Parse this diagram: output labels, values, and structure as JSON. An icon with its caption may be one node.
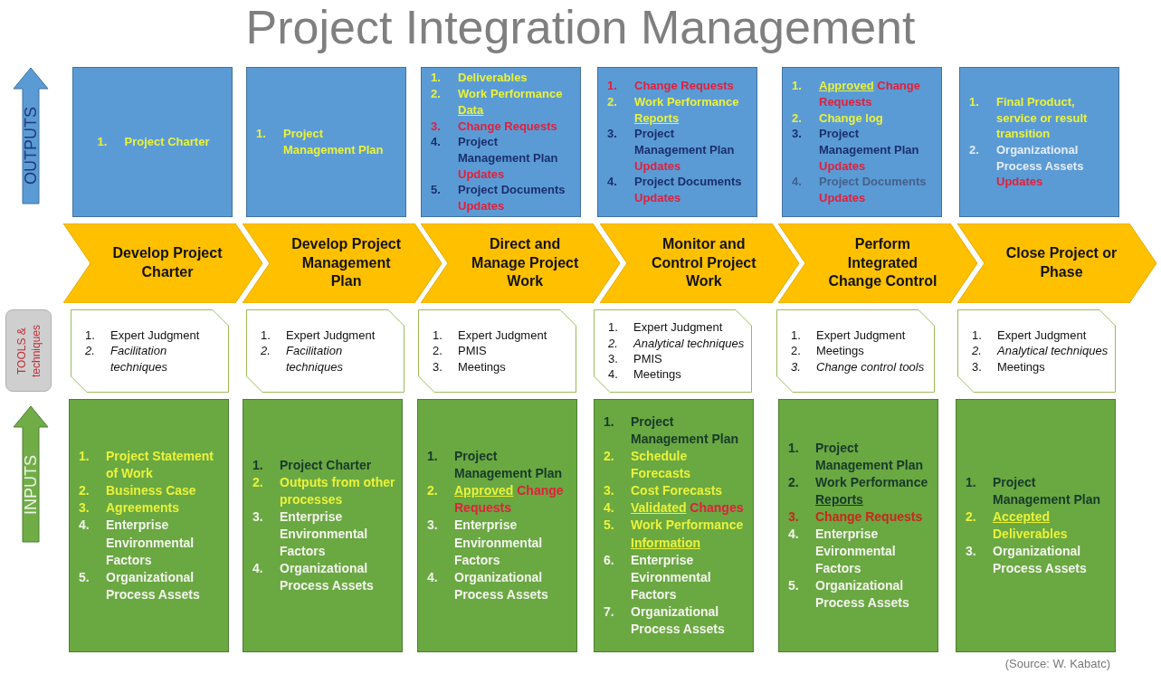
{
  "diagram": {
    "title": "Project Integration Management",
    "nodes": [
      {
        "text": [
          "1. Project Charter"
        ]
      },
      {
        "text": [
          "1. Project Management Plan"
        ]
      },
      {
        "text": [
          "1. Deliverables",
          "2. Work Performance Data",
          "3. Change Requests",
          "4. Project Management Plan Updates",
          "5. Project Documents Updates"
        ]
      },
      {
        "text": [
          "1. Change Requests",
          "2. Work Performance Reports",
          "3. Project Management Plan Updates",
          "4. Project Documents Updates"
        ]
      },
      {
        "text": [
          "1. Approved Change Requests",
          "2. Change log",
          "3. Project Management Plan Updates",
          "4. Project Documents Updates"
        ]
      },
      {
        "text": [
          "1. Final Product, service or result transition",
          "2. Organizational Process Assets Updates"
        ]
      },
      {
        "text": [
          "Develop Project Charter"
        ]
      },
      {
        "text": [
          "Develop Project Management Plan"
        ]
      },
      {
        "text": [
          "Direct and Manage Project Work"
        ]
      },
      {
        "text": [
          "Monitor and Control Project Work"
        ]
      },
      {
        "text": [
          "Perform Integrated Change Control"
        ]
      },
      {
        "text": [
          "Close Project or Phase"
        ]
      },
      {
        "text": [
          "1. Expert Judgment",
          "2. Facilitation techniques"
        ]
      },
      {
        "text": [
          "1. Expert Judgment",
          "2. Facilitation techniques"
        ]
      },
      {
        "text": [
          "1. Expert Judgment",
          "2. PMIS",
          "3. Meetings"
        ]
      },
      {
        "text": [
          "1. Expert Judgment",
          "2. Analytical techniques",
          "3. PMIS",
          "4. Meetings"
        ]
      },
      {
        "text": [
          "1. Expert Judgment",
          "2. Meetings",
          "3. Change control tools"
        ]
      },
      {
        "text": [
          "1. Expert Judgment",
          "2. Analytical techniques",
          "3. Meetings"
        ]
      },
      {
        "text": [
          "1. Project Statement of Work",
          "2. Business Case",
          "3. Agreements",
          "4. Enterprise Environmental Factors",
          "5. Organizational Process Assets"
        ]
      },
      {
        "text": [
          "1. Project Charter",
          "2. Outputs from other processes",
          "3. Enterprise Environmental Factors",
          "4. Organizational Process Assets"
        ]
      },
      {
        "text": [
          "1. Project Management Plan",
          "2. Approved Change Requests",
          "3. Enterprise Environmental Factors",
          "4. Organizational Process Assets"
        ]
      },
      {
        "text": [
          "1. Project Management Plan",
          "2. Schedule Forecasts",
          "3. Cost Forecasts",
          "4. Validated Changes",
          "5. Work Performance Information",
          "6. Enterprise Evironmental Factors",
          "7. Organizational Process Assets"
        ]
      },
      {
        "text": [
          "1. Project Management Plan",
          "2. Work Performance Reports",
          "3. Change Requests",
          "4. Enterprise Evironmental Factors",
          "5. Organizational Process Assets"
        ]
      },
      {
        "text": [
          "1. Project Management Plan",
          "2. Accepted Deliverables",
          "3. Organizational Process Assets"
        ]
      }
    ],
    "labels": [
      "OUTPUTS",
      "TOOLS & techniques",
      "INPUTS",
      "(Source: W. Kabatc)"
    ]
  }
}
